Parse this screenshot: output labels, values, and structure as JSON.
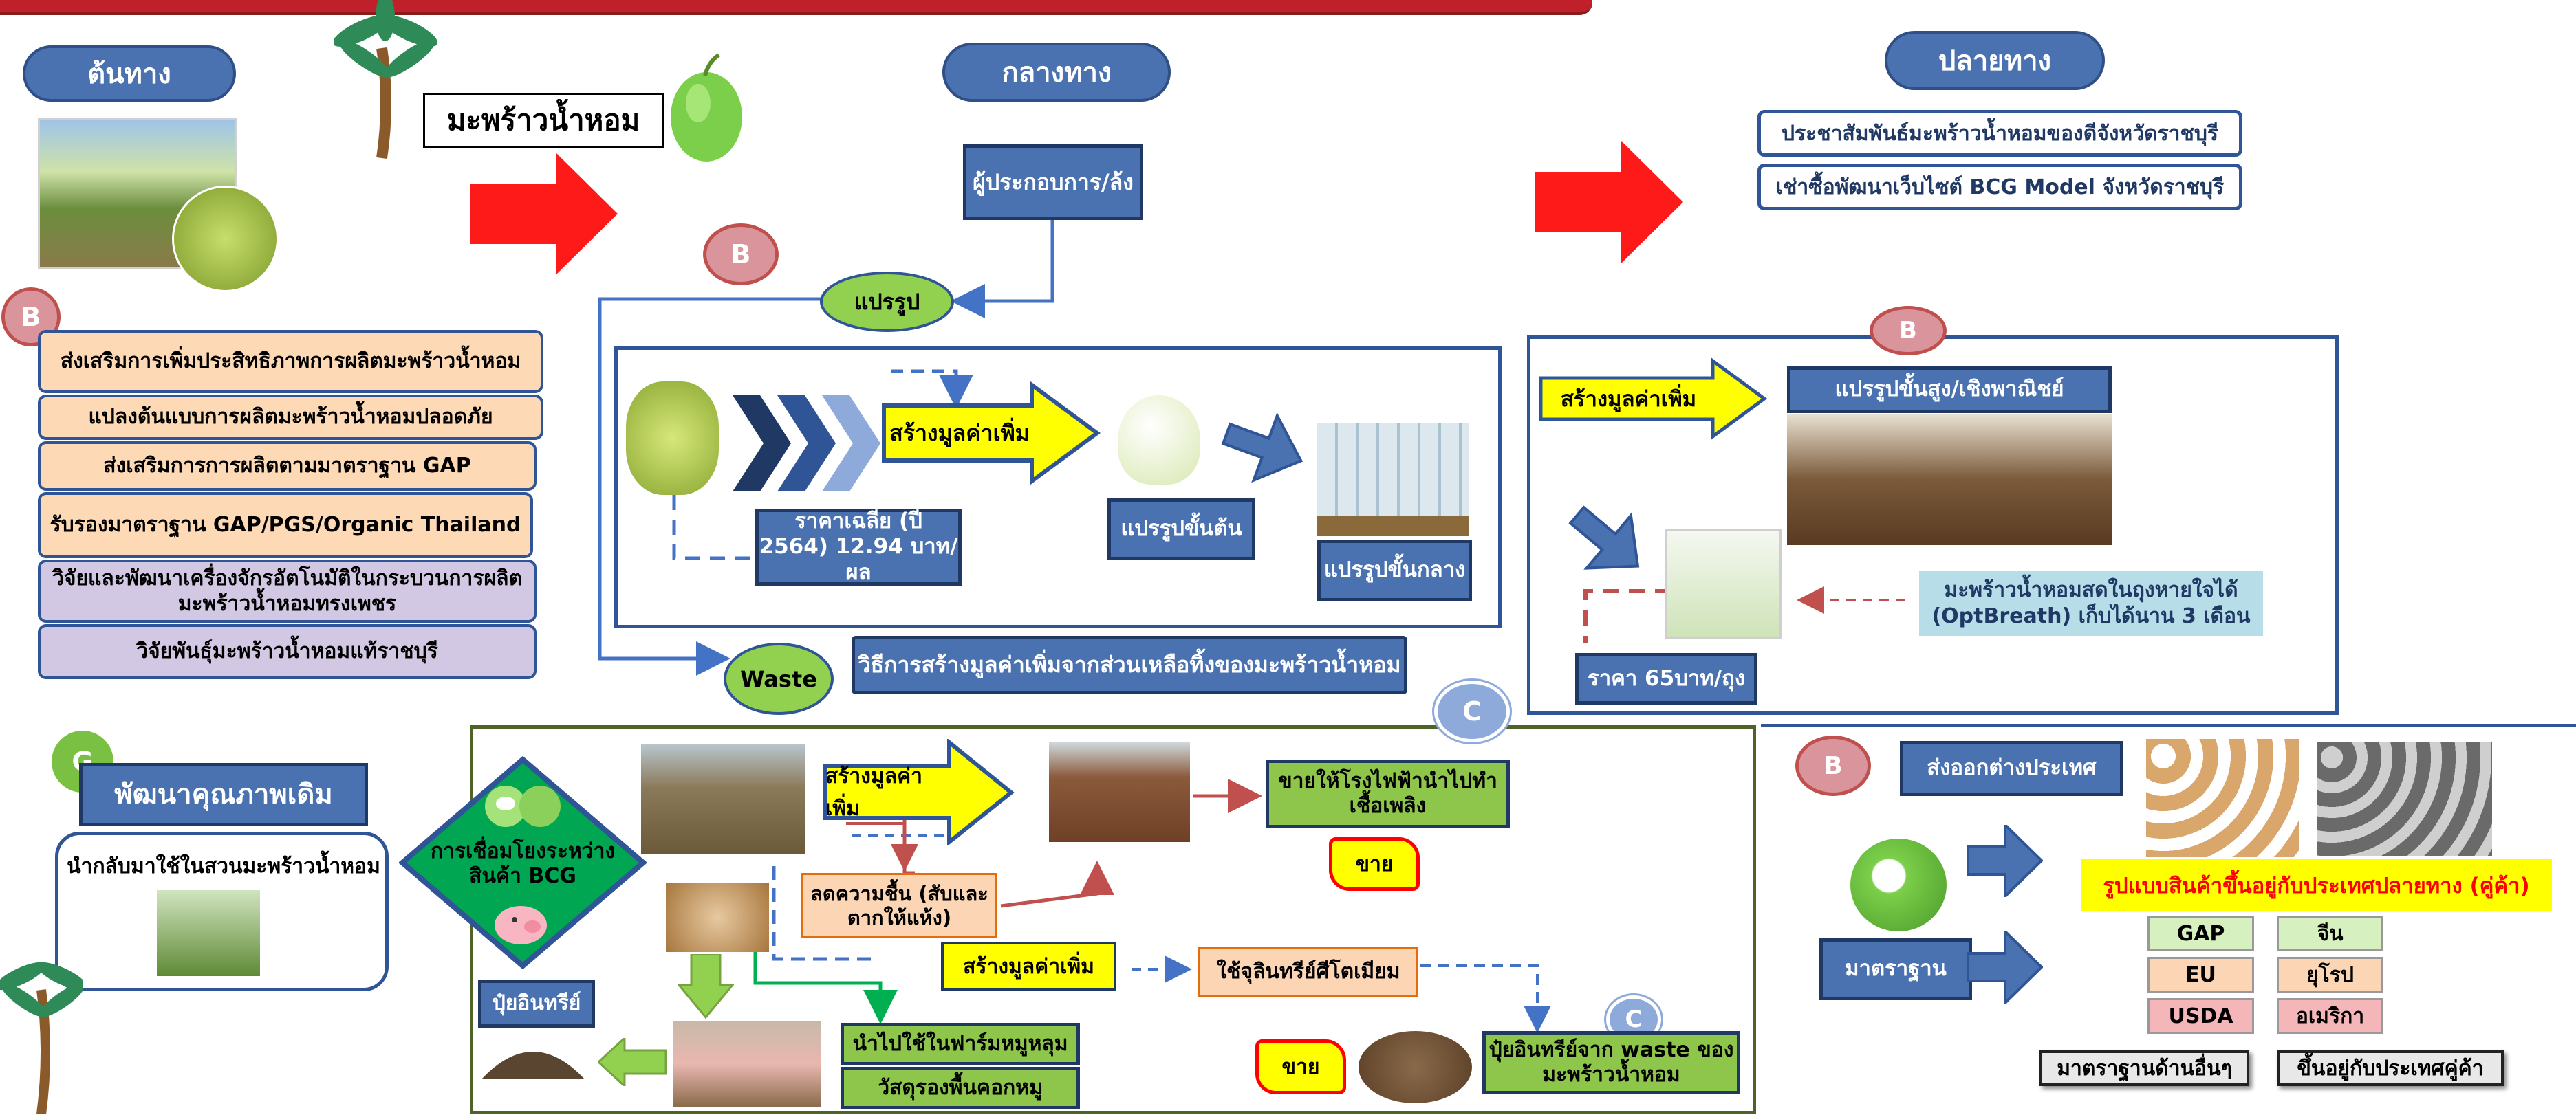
{
  "colors": {
    "banner": "#c0202a",
    "blue": "#4a72b0",
    "navy": "#1f3864",
    "green": "#8dc64a",
    "yellow": "#ffff00",
    "red": "#ff1a1a"
  },
  "sections": {
    "upstream": "ต้นทาง",
    "midstream": "กลางทาง",
    "downstream": "ปลายทาง"
  },
  "product_title": "มะพร้าวน้ำหอม",
  "upstream_items": [
    "ส่งเสริมการเพิ่มประสิทธิภาพการผลิตมะพร้าวน้ำหอม",
    "แปลงต้นแบบการผลิตมะพร้าวน้ำหอมปลอดภัย",
    "ส่งเสริมการการผลิตตามมาตราฐาน GAP",
    "รับรองมาตราฐาน GAP/PGS/Organic Thailand",
    "วิจัยและพัฒนาเครื่องจักรอัตโนมัติในกระบวนการผลิตมะพร้าวน้ำหอมทรงเพชร",
    "วิจัยพันธุ์มะพร้าวน้ำหอมแท้ราชบุรี"
  ],
  "badges": {
    "b": "B",
    "c": "C",
    "g": "G"
  },
  "midstream": {
    "collector": "ผู้ประกอบการ/ล้ง",
    "process": "แปรรูป",
    "waste": "Waste",
    "value_add": "สร้างมูลค่าเพิ่ม",
    "price": "ราคาเฉลี่ย (ปี 2564) 12.94 บาท/ผล",
    "primary": "แปรรูปขั้นต้น",
    "intermediate": "แปรรูปขั้นกลาง",
    "waste_title": "วิธีการสร้างมูลค่าเพิ่มจากส่วนเหลือทิ้งของมะพร้าวน้ำหอม"
  },
  "downstream": {
    "items": [
      "ประชาสัมพันธ์มะพร้าวน้ำหอมของดีจังหวัดราชบุรี",
      "เช่าซื้อพัฒนาเว็บไซต์ BCG Model จังหวัดราชบุรี"
    ],
    "value_add": "สร้างมูลค่าเพิ่ม",
    "advanced": "แปรรูปขั้นสูง/เชิงพาณิชย์",
    "fresh_bag": "มะพร้าวน้ำหอมสดในถุงหายใจได้ (OptBreath) เก็บได้นาน 3 เดือน",
    "price": "ราคา 65บาท/ถุง"
  },
  "quality": {
    "title": "พัฒนาคุณภาพเดิม",
    "text": "นำกลับมาใช้ในสวนมะพร้าวน้ำหอม"
  },
  "bcg": {
    "link": "การเชื่อมโยงระหว่างสินค้า BCG",
    "value_add_1": "สร้างมูลค่าเพิ่ม",
    "sell_power": "ขายให้โรงไฟฟ้านำไปทำเชื้อเพลิง",
    "sell": "ขาย",
    "reduce": "ลดความชื้น (สับและตากให้แห้ง)",
    "value_add_2": "สร้างมูลค่าเพิ่ม",
    "microbe": "ใช้จุลินทรีย์ศีโตเมียม",
    "fertilizer": "ปุ๋ยอินทรีย์",
    "pig_farm": "นำไปใช้ในฟาร์มหมูหลุม",
    "pig_floor": "วัสดุรองพื้นคอกหมู",
    "sell2": "ขาย",
    "waste_fert": "ปุ๋ยอินทรีย์จาก waste ของมะพร้าวน้ำหอม"
  },
  "export": {
    "title": "ส่งออกต่างประเทศ",
    "standard": "มาตราฐาน",
    "note": "รูปแบบสินค้าขึ้นอยู่กับประเทศปลายทาง (คู่ค้า)",
    "std_left": [
      "GAP",
      "EU",
      "USDA"
    ],
    "std_right": [
      "จีน",
      "ยุโรป",
      "อเมริกา"
    ],
    "other_std": "มาตราฐานด้านอื่นๆ",
    "depends": "ขึ้นอยู่กับประเทศคู่ค้า"
  }
}
